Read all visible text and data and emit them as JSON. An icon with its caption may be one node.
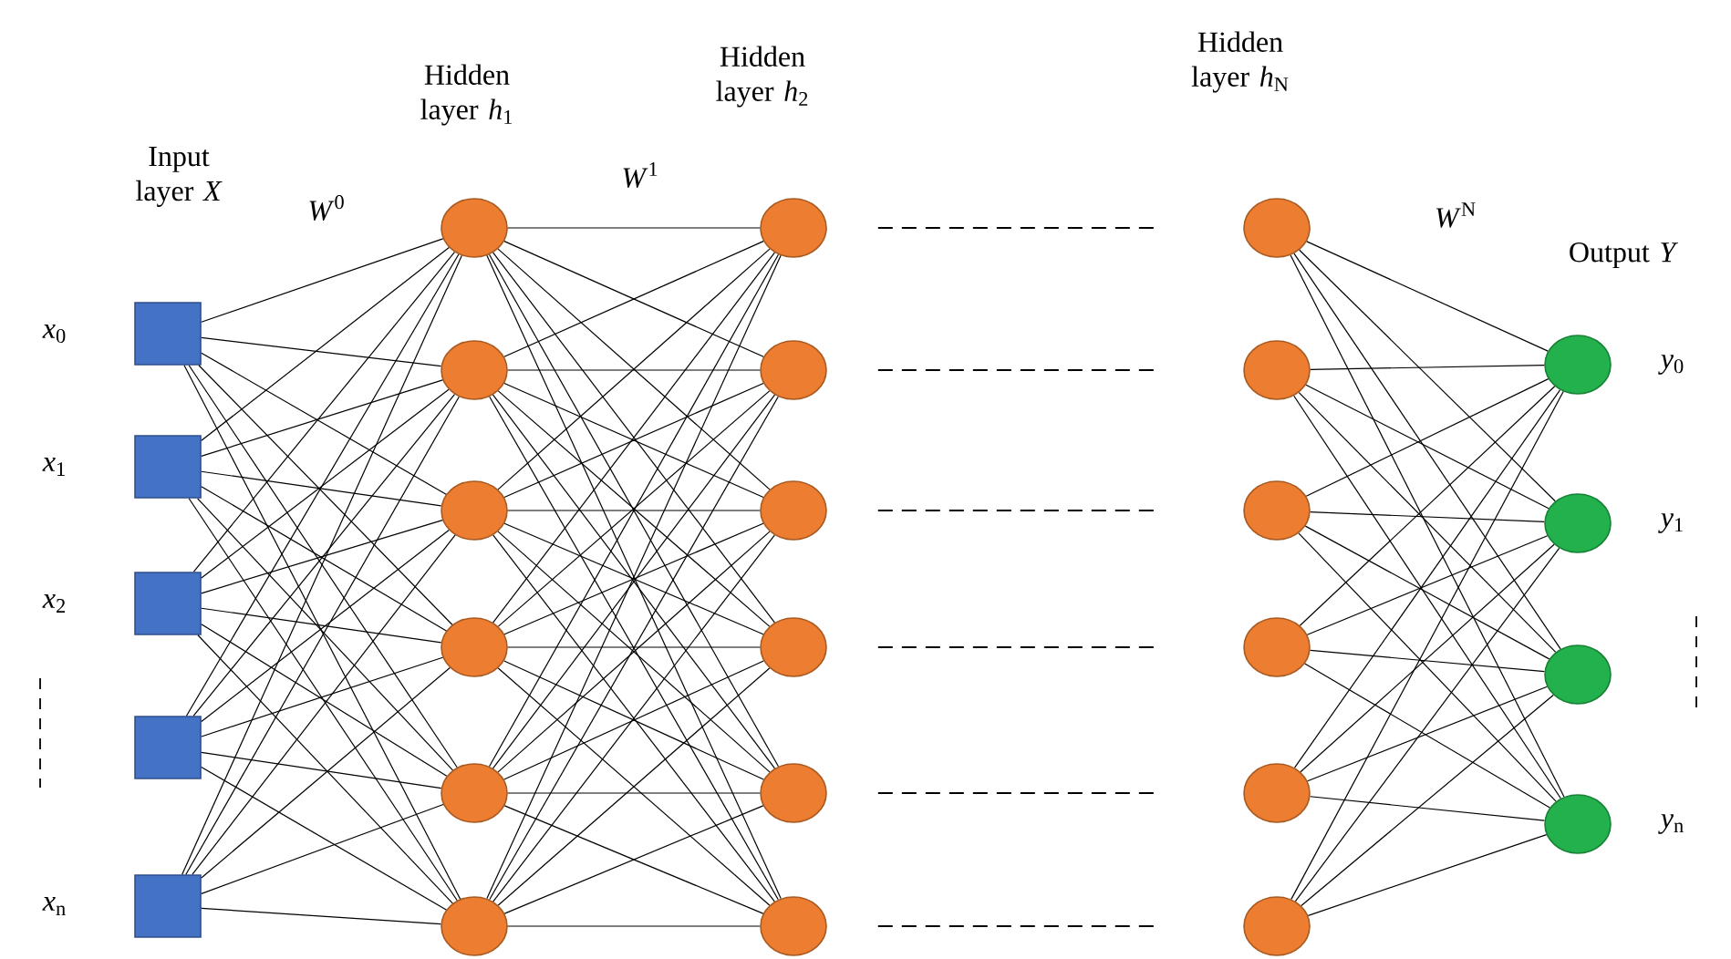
{
  "diagram": {
    "nodes": [
      {
        "text": [],
        "shape": "box",
        "beside": [
          "*x*$_{0}$"
        ]
      },
      {
        "text": [],
        "shape": "box",
        "beside": [
          "*x*$_{1}$"
        ]
      },
      {
        "text": [],
        "shape": "box",
        "beside": [
          "*x*$_{2}$"
        ]
      },
      {
        "text": [],
        "shape": "box"
      },
      {
        "text": [],
        "shape": "box",
        "beside": [
          "*x*$_{n}$"
        ]
      },
      {
        "text": [],
        "shape": "circle"
      },
      {
        "text": [],
        "shape": "circle"
      },
      {
        "text": [],
        "shape": "circle"
      },
      {
        "text": [],
        "shape": "circle"
      },
      {
        "text": [],
        "shape": "circle"
      },
      {
        "text": [],
        "shape": "circle"
      },
      {
        "text": [],
        "shape": "circle"
      },
      {
        "text": [],
        "shape": "circle"
      },
      {
        "text": [],
        "shape": "circle"
      },
      {
        "text": [],
        "shape": "circle"
      },
      {
        "text": [],
        "shape": "circle"
      },
      {
        "text": [],
        "shape": "circle"
      },
      {
        "text": [],
        "shape": "circle"
      },
      {
        "text": [],
        "shape": "circle"
      },
      {
        "text": [],
        "shape": "circle"
      },
      {
        "text": [],
        "shape": "circle"
      },
      {
        "text": [],
        "shape": "circle"
      },
      {
        "text": [],
        "shape": "circle"
      },
      {
        "text": [],
        "shape": "circle",
        "beside": [
          "*y*$_{0}$"
        ]
      },
      {
        "text": [],
        "shape": "circle",
        "beside": [
          "*y*$_{1}$"
        ]
      },
      {
        "text": [],
        "shape": "circle"
      },
      {
        "text": [],
        "shape": "circle",
        "beside": [
          "*y*$_{n}$"
        ]
      }
    ],
    "edges": [
      {
        "from": 0,
        "to": 5,
        "arrow": "none"
      },
      {
        "from": 0,
        "to": 6,
        "arrow": "none"
      },
      {
        "from": 0,
        "to": 7,
        "arrow": "none"
      },
      {
        "from": 0,
        "to": 8,
        "arrow": "none"
      },
      {
        "from": 0,
        "to": 9,
        "arrow": "none"
      },
      {
        "from": 0,
        "to": 10,
        "arrow": "none"
      },
      {
        "from": 1,
        "to": 5,
        "arrow": "none"
      },
      {
        "from": 1,
        "to": 6,
        "arrow": "none"
      },
      {
        "from": 1,
        "to": 7,
        "arrow": "none"
      },
      {
        "from": 1,
        "to": 8,
        "arrow": "none"
      },
      {
        "from": 1,
        "to": 9,
        "arrow": "none"
      },
      {
        "from": 1,
        "to": 10,
        "arrow": "none"
      },
      {
        "from": 2,
        "to": 5,
        "arrow": "none"
      },
      {
        "from": 2,
        "to": 6,
        "arrow": "none"
      },
      {
        "from": 2,
        "to": 7,
        "arrow": "none"
      },
      {
        "from": 2,
        "to": 8,
        "arrow": "none"
      },
      {
        "from": 2,
        "to": 9,
        "arrow": "none"
      },
      {
        "from": 2,
        "to": 10,
        "arrow": "none"
      },
      {
        "from": 3,
        "to": 5,
        "arrow": "none"
      },
      {
        "from": 3,
        "to": 6,
        "arrow": "none"
      },
      {
        "from": 3,
        "to": 7,
        "arrow": "none"
      },
      {
        "from": 3,
        "to": 8,
        "arrow": "none"
      },
      {
        "from": 3,
        "to": 9,
        "arrow": "none"
      },
      {
        "from": 3,
        "to": 10,
        "arrow": "none"
      },
      {
        "from": 4,
        "to": 5,
        "arrow": "none"
      },
      {
        "from": 4,
        "to": 6,
        "arrow": "none"
      },
      {
        "from": 4,
        "to": 7,
        "arrow": "none"
      },
      {
        "from": 4,
        "to": 8,
        "arrow": "none"
      },
      {
        "from": 4,
        "to": 9,
        "arrow": "none"
      },
      {
        "from": 4,
        "to": 10,
        "arrow": "none"
      },
      {
        "from": 5,
        "to": 11,
        "arrow": "none"
      },
      {
        "from": 5,
        "to": 12,
        "arrow": "none"
      },
      {
        "from": 5,
        "to": 13,
        "arrow": "none"
      },
      {
        "from": 5,
        "to": 14,
        "arrow": "none"
      },
      {
        "from": 5,
        "to": 15,
        "arrow": "none"
      },
      {
        "from": 5,
        "to": 16,
        "arrow": "none"
      },
      {
        "from": 6,
        "to": 11,
        "arrow": "none"
      },
      {
        "from": 6,
        "to": 12,
        "arrow": "none"
      },
      {
        "from": 6,
        "to": 13,
        "arrow": "none"
      },
      {
        "from": 6,
        "to": 14,
        "arrow": "none"
      },
      {
        "from": 6,
        "to": 15,
        "arrow": "none"
      },
      {
        "from": 6,
        "to": 16,
        "arrow": "none"
      },
      {
        "from": 7,
        "to": 11,
        "arrow": "none"
      },
      {
        "from": 7,
        "to": 12,
        "arrow": "none"
      },
      {
        "from": 7,
        "to": 13,
        "arrow": "none"
      },
      {
        "from": 7,
        "to": 14,
        "arrow": "none"
      },
      {
        "from": 7,
        "to": 15,
        "arrow": "none"
      },
      {
        "from": 7,
        "to": 16,
        "arrow": "none"
      },
      {
        "from": 8,
        "to": 11,
        "arrow": "none"
      },
      {
        "from": 8,
        "to": 12,
        "arrow": "none"
      },
      {
        "from": 8,
        "to": 13,
        "arrow": "none"
      },
      {
        "from": 8,
        "to": 14,
        "arrow": "none"
      },
      {
        "from": 8,
        "to": 15,
        "arrow": "none"
      },
      {
        "from": 8,
        "to": 16,
        "arrow": "none"
      },
      {
        "from": 9,
        "to": 11,
        "arrow": "none"
      },
      {
        "from": 9,
        "to": 12,
        "arrow": "none"
      },
      {
        "from": 9,
        "to": 13,
        "arrow": "none"
      },
      {
        "from": 9,
        "to": 14,
        "arrow": "none"
      },
      {
        "from": 9,
        "to": 15,
        "arrow": "none"
      },
      {
        "from": 9,
        "to": 16,
        "arrow": "none"
      },
      {
        "from": 10,
        "to": 11,
        "arrow": "none"
      },
      {
        "from": 10,
        "to": 12,
        "arrow": "none"
      },
      {
        "from": 10,
        "to": 13,
        "arrow": "none"
      },
      {
        "from": 10,
        "to": 14,
        "arrow": "none"
      },
      {
        "from": 10,
        "to": 15,
        "arrow": "none"
      },
      {
        "from": 10,
        "to": 16,
        "arrow": "none"
      },
      {
        "from": 11,
        "to": 17,
        "arrow": "none",
        "style": "dashed"
      },
      {
        "from": 12,
        "to": 18,
        "arrow": "none",
        "style": "dashed"
      },
      {
        "from": 13,
        "to": 19,
        "arrow": "none",
        "style": "dashed"
      },
      {
        "from": 14,
        "to": 20,
        "arrow": "none",
        "style": "dashed"
      },
      {
        "from": 15,
        "to": 21,
        "arrow": "none",
        "style": "dashed"
      },
      {
        "from": 16,
        "to": 22,
        "arrow": "none",
        "style": "dashed"
      },
      {
        "from": 17,
        "to": 23,
        "arrow": "none"
      },
      {
        "from": 17,
        "to": 24,
        "arrow": "none"
      },
      {
        "from": 17,
        "to": 25,
        "arrow": "none"
      },
      {
        "from": 17,
        "to": 26,
        "arrow": "none"
      },
      {
        "from": 18,
        "to": 23,
        "arrow": "none"
      },
      {
        "from": 18,
        "to": 24,
        "arrow": "none"
      },
      {
        "from": 18,
        "to": 25,
        "arrow": "none"
      },
      {
        "from": 18,
        "to": 26,
        "arrow": "none"
      },
      {
        "from": 19,
        "to": 23,
        "arrow": "none"
      },
      {
        "from": 19,
        "to": 24,
        "arrow": "none"
      },
      {
        "from": 19,
        "to": 25,
        "arrow": "none"
      },
      {
        "from": 19,
        "to": 26,
        "arrow": "none"
      },
      {
        "from": 20,
        "to": 23,
        "arrow": "none"
      },
      {
        "from": 20,
        "to": 24,
        "arrow": "none"
      },
      {
        "from": 20,
        "to": 25,
        "arrow": "none"
      },
      {
        "from": 20,
        "to": 26,
        "arrow": "none"
      },
      {
        "from": 21,
        "to": 23,
        "arrow": "none"
      },
      {
        "from": 21,
        "to": 24,
        "arrow": "none"
      },
      {
        "from": 21,
        "to": 25,
        "arrow": "none"
      },
      {
        "from": 21,
        "to": 26,
        "arrow": "none"
      },
      {
        "from": 22,
        "to": 23,
        "arrow": "none"
      },
      {
        "from": 22,
        "to": 24,
        "arrow": "none"
      },
      {
        "from": 22,
        "to": 25,
        "arrow": "none"
      },
      {
        "from": 22,
        "to": 26,
        "arrow": "none"
      }
    ],
    "labels": [
      "Hidden layer *h*$_{N}$",
      "Hidden layer *h*$_{2}$",
      "Hidden layer *h*$_{1}$",
      "Input layer *X*",
      "*W*$^{1}$",
      "*W*$^{0}$",
      "*W*$^{N}$",
      "Output *Y*"
    ]
  }
}
